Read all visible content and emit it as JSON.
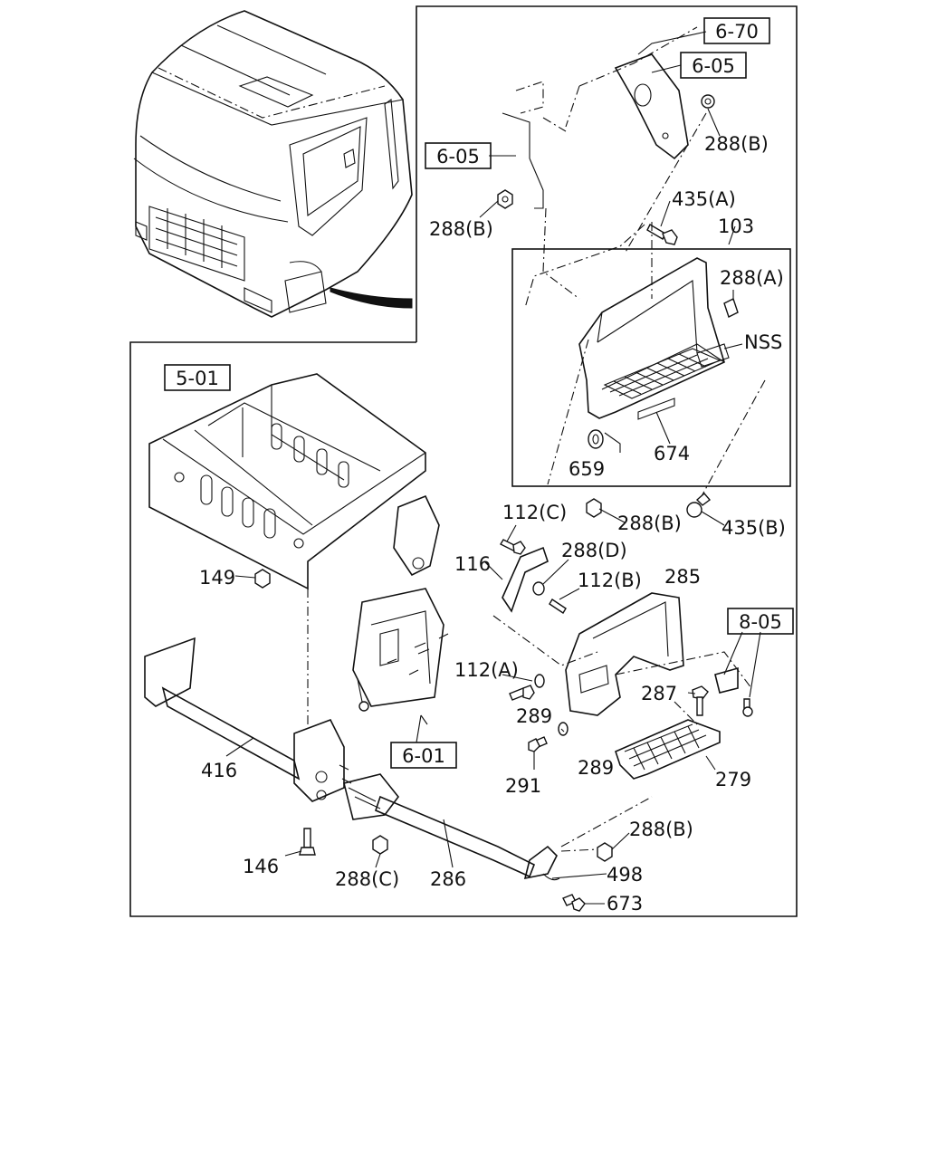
{
  "labels": {
    "ref_6_70": "6-70",
    "ref_6_05_top": "6-05",
    "ref_6_05_left": "6-05",
    "ref_5_01": "5-01",
    "ref_8_05": "8-05",
    "ref_6_01": "6-01",
    "p288b_1": "288(B)",
    "p288b_2": "288(B)",
    "p288b_3": "288(B)",
    "p288b_4": "288(B)",
    "p435a": "435(A)",
    "p103": "103",
    "p288a": "288(A)",
    "nss": "NSS",
    "p659": "659",
    "p674": "674",
    "p435b": "435(B)",
    "p112c": "112(C)",
    "p288d": "288(D)",
    "p116": "116",
    "p112b": "112(B)",
    "p285": "285",
    "p149": "149",
    "p112a": "112(A)",
    "p287": "287",
    "p289a": "289",
    "p289b": "289",
    "p291": "291",
    "p279": "279",
    "p416": "416",
    "p146": "146",
    "p288c": "288(C)",
    "p286": "286",
    "p498": "498",
    "p673": "673"
  }
}
